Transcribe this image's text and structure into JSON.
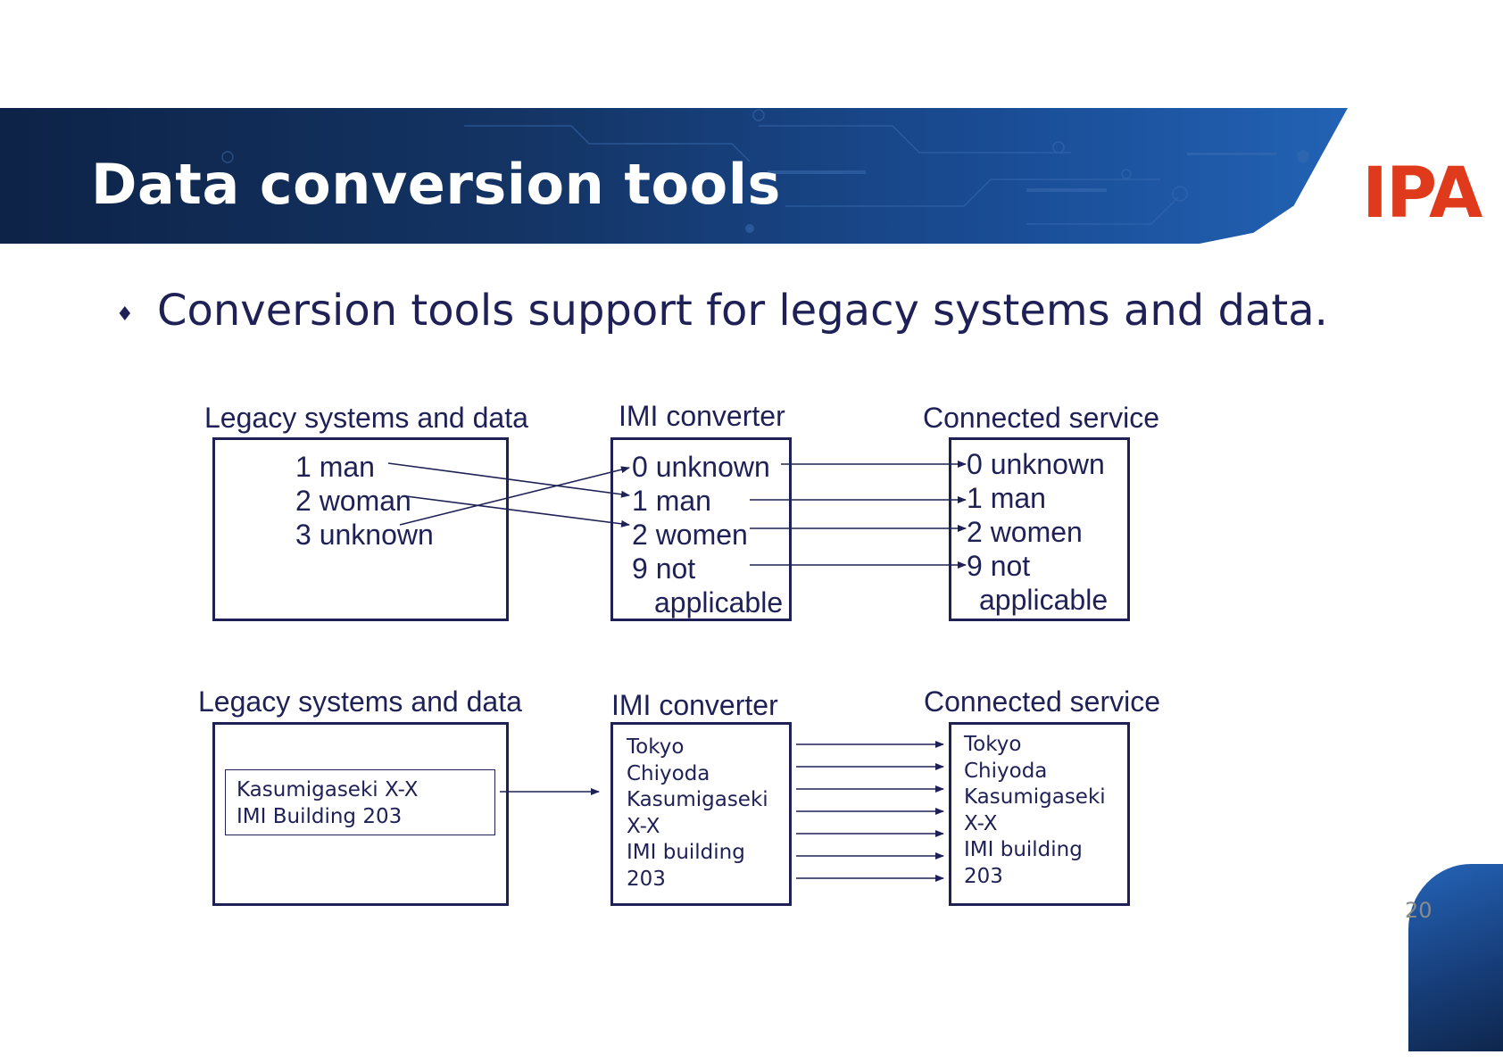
{
  "slide": {
    "title": "Data conversion tools",
    "logo": "IPA",
    "bullet_icon": "♦",
    "bullet": "Conversion tools support for legacy systems and data.",
    "page_number": "20"
  },
  "colors": {
    "banner": "#143566",
    "text": "#1f2156",
    "logo": "#e03a1c"
  },
  "diagram1": {
    "legacy_header": "Legacy systems and data",
    "converter_header": "IMI converter",
    "service_header": "Connected service",
    "legacy_items": [
      "1 man",
      "2 woman",
      "3 unknown"
    ],
    "converter_items": [
      "0 unknown",
      "1 man",
      "2 women",
      "9 not",
      "applicable"
    ],
    "service_items": [
      "0 unknown",
      "1 man",
      "2 women",
      "9 not",
      "applicable"
    ]
  },
  "diagram2": {
    "legacy_header": "Legacy systems and data",
    "converter_header": "IMI converter",
    "service_header": "Connected service",
    "legacy_lines": [
      "Kasumigaseki X-X",
      "IMI Building 203"
    ],
    "converter_lines": [
      "Tokyo",
      "Chiyoda",
      "Kasumigaseki",
      "X-X",
      "IMI building",
      "203"
    ],
    "service_lines": [
      "Tokyo",
      "Chiyoda",
      "Kasumigaseki",
      "X-X",
      "IMI building",
      "203"
    ]
  }
}
